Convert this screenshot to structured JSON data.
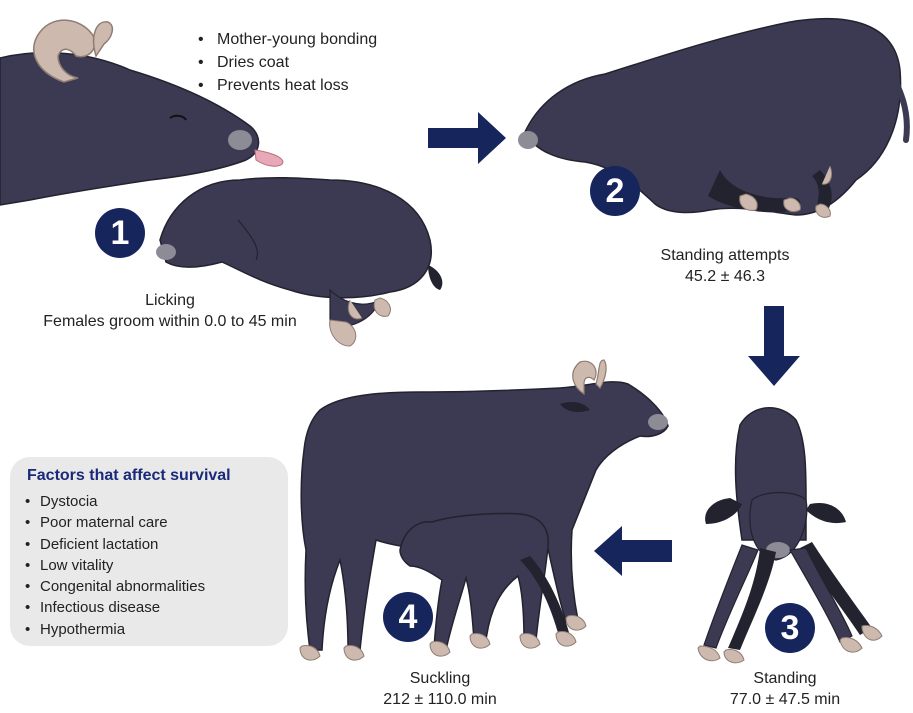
{
  "step1": {
    "number": "1",
    "bullets": [
      "Mother-young bonding",
      "Dries coat",
      "Prevents heat loss"
    ],
    "title": "Licking",
    "detail": "Females groom within 0.0 to 45 min"
  },
  "step2": {
    "number": "2",
    "title": "Standing attempts",
    "value": "45.2 ± 46.3"
  },
  "step3": {
    "number": "3",
    "title": "Standing",
    "value": "77.0 ± 47.5 min"
  },
  "step4": {
    "number": "4",
    "title": "Suckling",
    "value": "212 ± 110.0 min"
  },
  "factors": {
    "title": "Factors that affect survival",
    "items": [
      "Dystocia",
      "Poor maternal care",
      "Deficient lactation",
      "Low vitality",
      "Congenital abnormalities",
      "Infectious disease",
      "Hypothermia"
    ]
  },
  "colors": {
    "animal": "#3b3a52",
    "hoof": "#cdb9ad",
    "badge": "#16255c",
    "arrow": "#16255c",
    "panel": "#e9e9e9"
  }
}
